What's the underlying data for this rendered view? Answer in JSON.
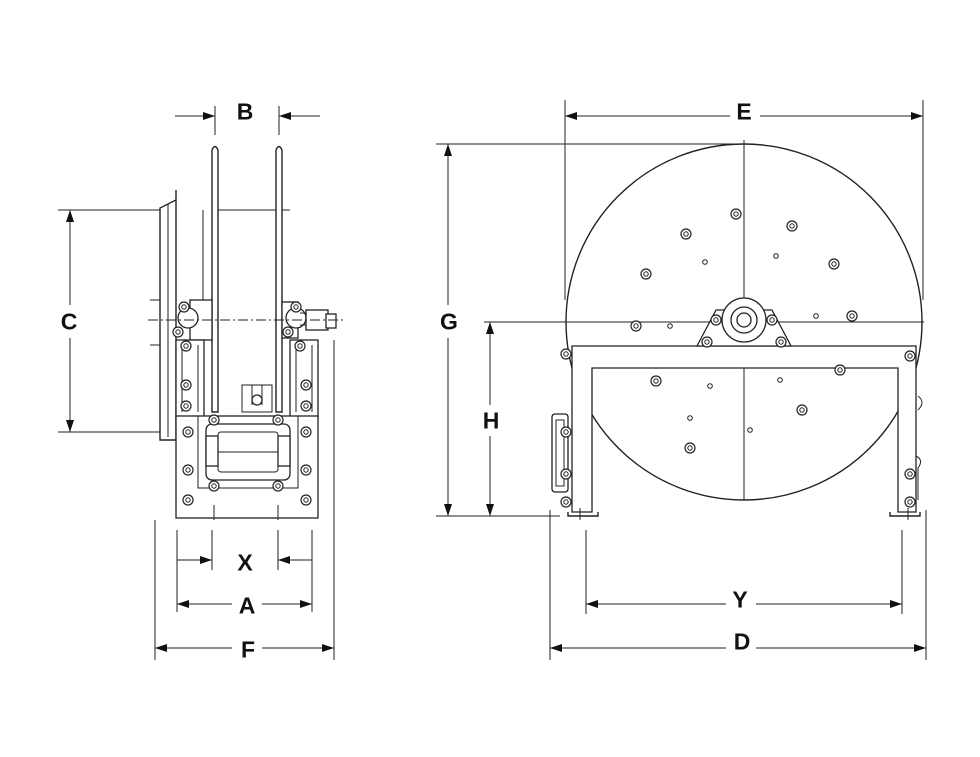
{
  "side_view": {
    "labels": {
      "B": "B",
      "C": "C",
      "X": "X",
      "A": "A",
      "F": "F"
    }
  },
  "front_view": {
    "labels": {
      "E": "E",
      "G": "G",
      "H": "H",
      "Y": "Y",
      "D": "D"
    }
  }
}
